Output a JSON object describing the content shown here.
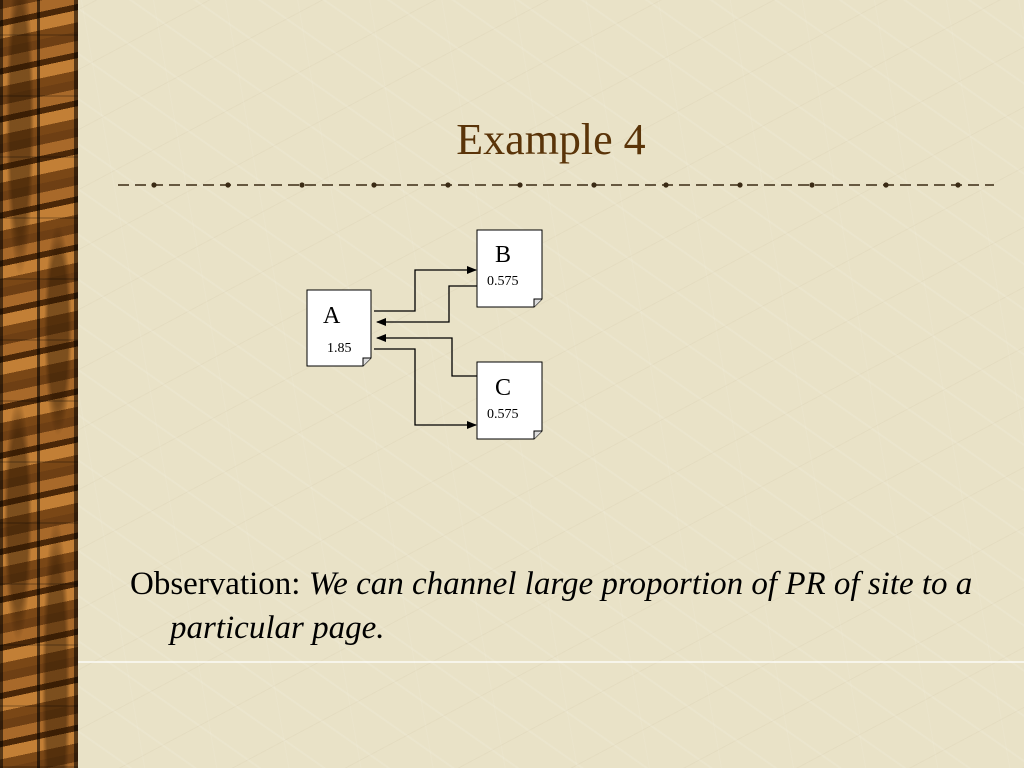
{
  "slide": {
    "title": "Example 4",
    "observation_label": "Observation:",
    "observation_text": "We can channel large proportion of PR of site to a particular page."
  },
  "diagram": {
    "nodes": [
      {
        "id": "A",
        "label": "A",
        "value": "1.85"
      },
      {
        "id": "B",
        "label": "B",
        "value": "0.575"
      },
      {
        "id": "C",
        "label": "C",
        "value": "0.575"
      }
    ],
    "edges": [
      {
        "from": "A",
        "to": "B"
      },
      {
        "from": "B",
        "to": "A"
      },
      {
        "from": "A",
        "to": "C"
      },
      {
        "from": "C",
        "to": "A"
      }
    ]
  },
  "colors": {
    "background": "#e9e2c7",
    "title": "#5a3409",
    "wood_border": "#8a531c",
    "rule": "#3a2a14"
  }
}
